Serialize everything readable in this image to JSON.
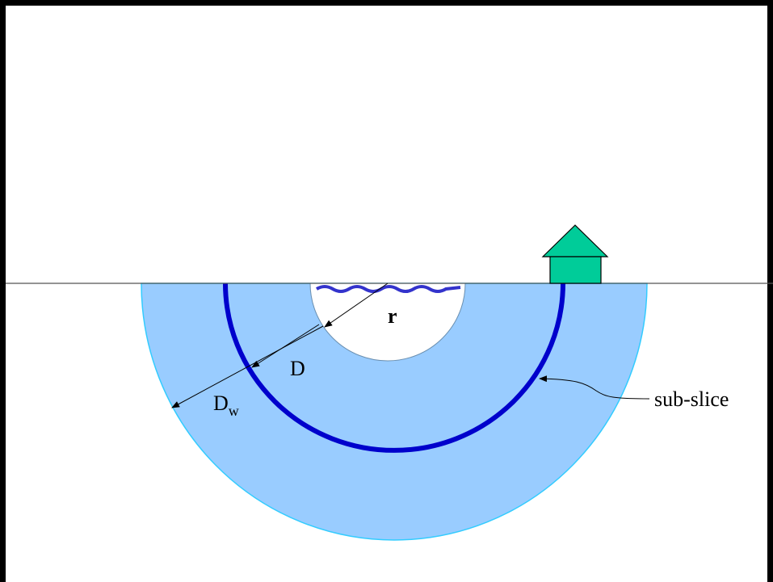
{
  "labels": {
    "radius": "r",
    "distance": "D",
    "distance_w_main": "D",
    "distance_w_sub": "w",
    "subslice": "sub-slice"
  },
  "colors": {
    "outer_region": "#99ccff",
    "outer_region_edge": "#33ccff",
    "subslice_ring": "#0000cc",
    "river": "#3333cc",
    "house": "#00cc99",
    "inner_circle": "#ffffff",
    "frame": "#000000"
  },
  "icons": {
    "house": "house-icon",
    "river": "wavy-water-line"
  }
}
